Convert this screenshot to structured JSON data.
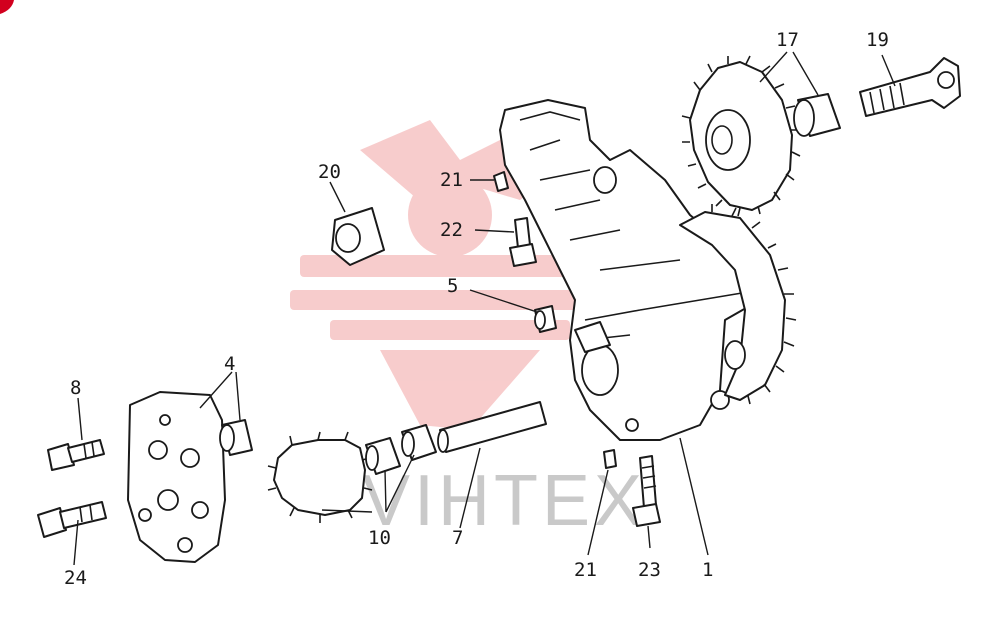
{
  "diagram": {
    "watermark": "VIHTEX",
    "colors": {
      "ink": "#1a1a1a",
      "watermark_gray": "#c9c9c9",
      "watermark_red": "#f2a3a3",
      "corner_accent": "#d2001e"
    },
    "callouts": [
      {
        "id": "c17",
        "label": "17"
      },
      {
        "id": "c19",
        "label": "19"
      },
      {
        "id": "c20",
        "label": "20"
      },
      {
        "id": "c21a",
        "label": "21"
      },
      {
        "id": "c22",
        "label": "22"
      },
      {
        "id": "c5",
        "label": "5"
      },
      {
        "id": "c4",
        "label": "4"
      },
      {
        "id": "c8",
        "label": "8"
      },
      {
        "id": "c24",
        "label": "24"
      },
      {
        "id": "c10",
        "label": "10"
      },
      {
        "id": "c7",
        "label": "7"
      },
      {
        "id": "c21b",
        "label": "21"
      },
      {
        "id": "c23",
        "label": "23"
      },
      {
        "id": "c1",
        "label": "1"
      }
    ]
  }
}
